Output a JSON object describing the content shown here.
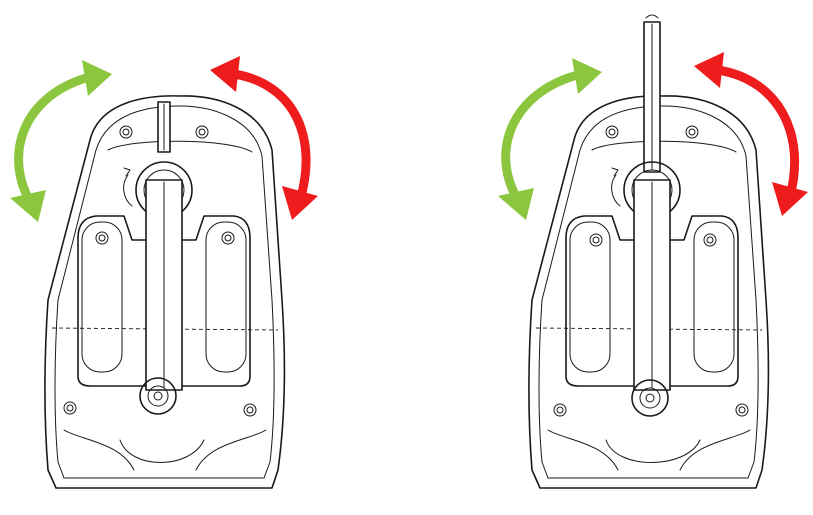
{
  "figure": {
    "colors": {
      "background": "#ffffff",
      "outline": "#1a1a1a",
      "arrow_left": "#8cc63f",
      "arrow_right": "#ee1c1c"
    },
    "icons": {
      "left_arrow": "curved-double-arrow-green",
      "right_arrow": "curved-double-arrow-red"
    },
    "panels": [
      {
        "id": "retracted",
        "description_visible": false
      },
      {
        "id": "extended",
        "description_visible": false
      }
    ]
  }
}
